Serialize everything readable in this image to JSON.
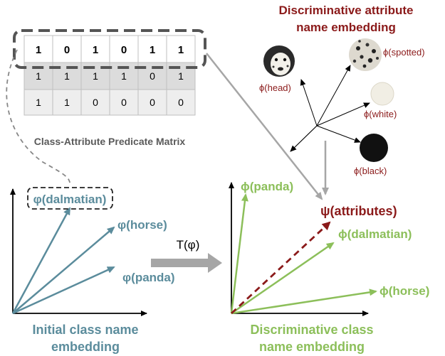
{
  "matrix": {
    "title": "Class-Attribute Predicate Matrix",
    "rows": [
      [
        "1",
        "0",
        "1",
        "0",
        "1",
        "1"
      ],
      [
        "1",
        "1",
        "1",
        "1",
        "0",
        "1"
      ],
      [
        "1",
        "1",
        "0",
        "0",
        "0",
        "0"
      ]
    ]
  },
  "attribute_embedding": {
    "title_line1": "Discriminative attribute",
    "title_line2": "name embedding",
    "labels": {
      "head": "ϕ(head)",
      "spotted": "ϕ(spotted)",
      "white": "ϕ(white)",
      "black": "ϕ(black)"
    }
  },
  "initial_embedding": {
    "title_line1": "Initial class name",
    "title_line2": "embedding",
    "labels": {
      "dalmatian": "φ(dalmatian)",
      "horse": "φ(horse)",
      "panda": "φ(panda)"
    }
  },
  "transform": {
    "label": "T(φ)"
  },
  "discriminative_embedding": {
    "title_line1": "Discriminative class",
    "title_line2": "name embedding",
    "labels": {
      "panda": "ϕ(panda)",
      "dalmatian": "ϕ(dalmatian)",
      "horse": "ϕ(horse)",
      "attributes": "ψ(attributes)"
    }
  },
  "colors": {
    "teal": "#5b8c9c",
    "green": "#8cbf5a",
    "darkred": "#8b1a1a",
    "gray": "#a6a6a6"
  }
}
